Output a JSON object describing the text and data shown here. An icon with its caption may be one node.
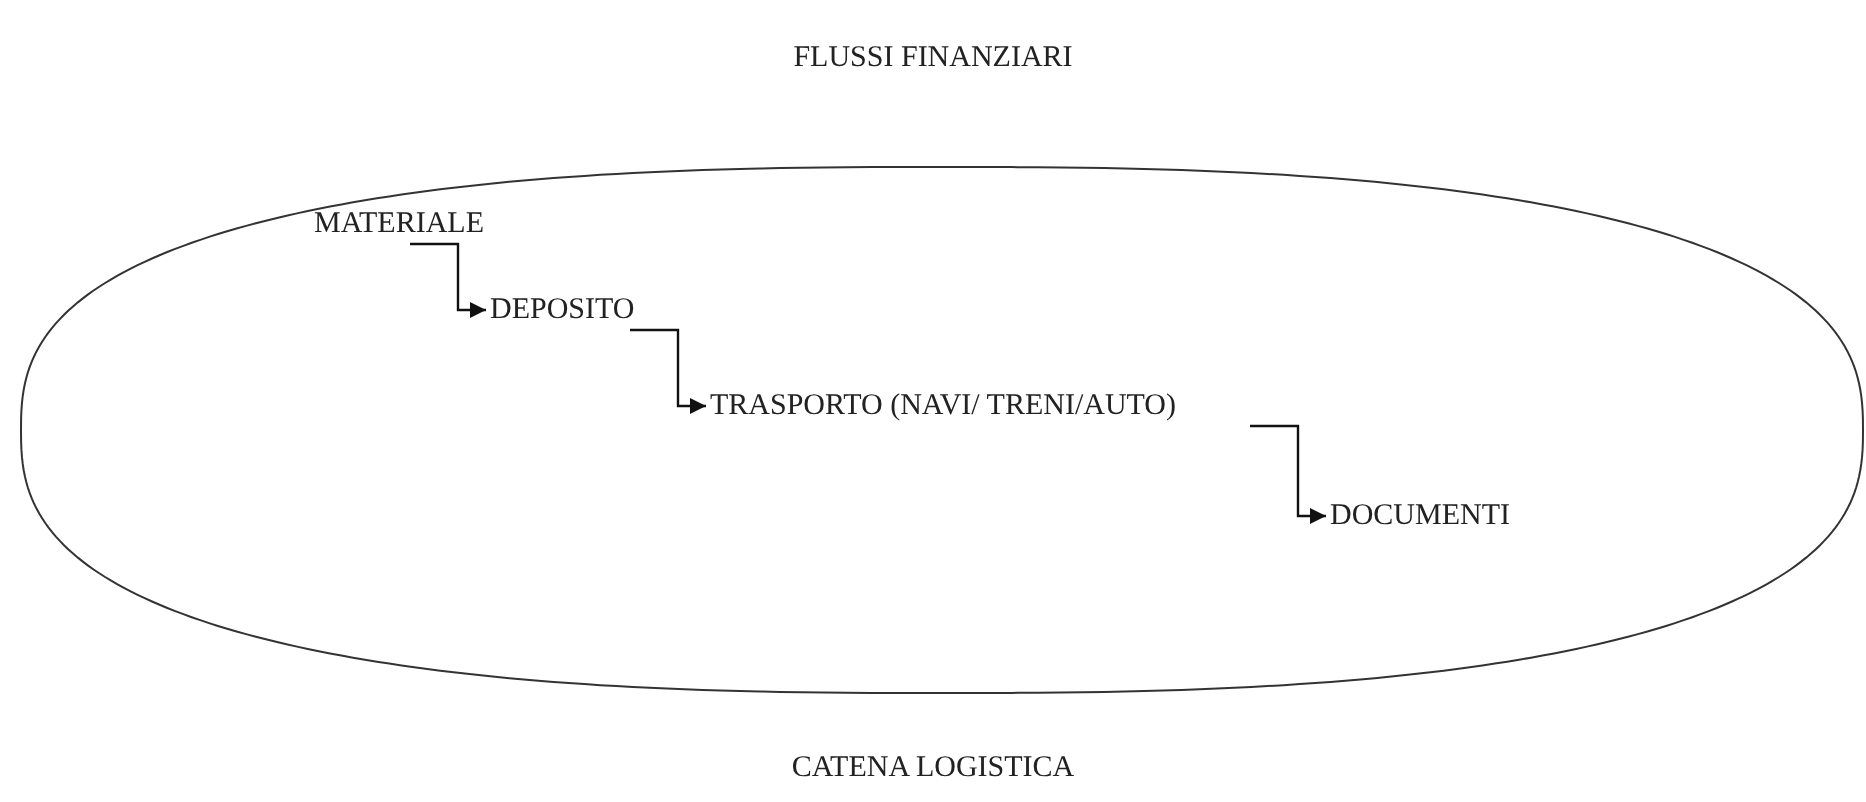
{
  "diagram": {
    "nodes": [
      {
        "text": [],
        "shape": "ellipse"
      },
      {
        "text": [
          "MATERIALE"
        ],
        "in": 0
      },
      {
        "text": [
          "DEPOSITO"
        ],
        "in": 0
      },
      {
        "text": [
          "TRASPORTO (NAVI/ TRENI/AUTO)"
        ],
        "in": 0
      },
      {
        "text": [
          "DOCUMENTI"
        ],
        "in": 0
      }
    ],
    "edges": [
      {
        "from": 1,
        "to": 2,
        "arrow": "to"
      },
      {
        "from": 2,
        "to": 3,
        "arrow": "to"
      },
      {
        "from": 3,
        "to": 4,
        "arrow": "to"
      }
    ],
    "labels": [
      "FLUSSI FINANZIARI",
      "CATENA LOGISTICA"
    ]
  }
}
